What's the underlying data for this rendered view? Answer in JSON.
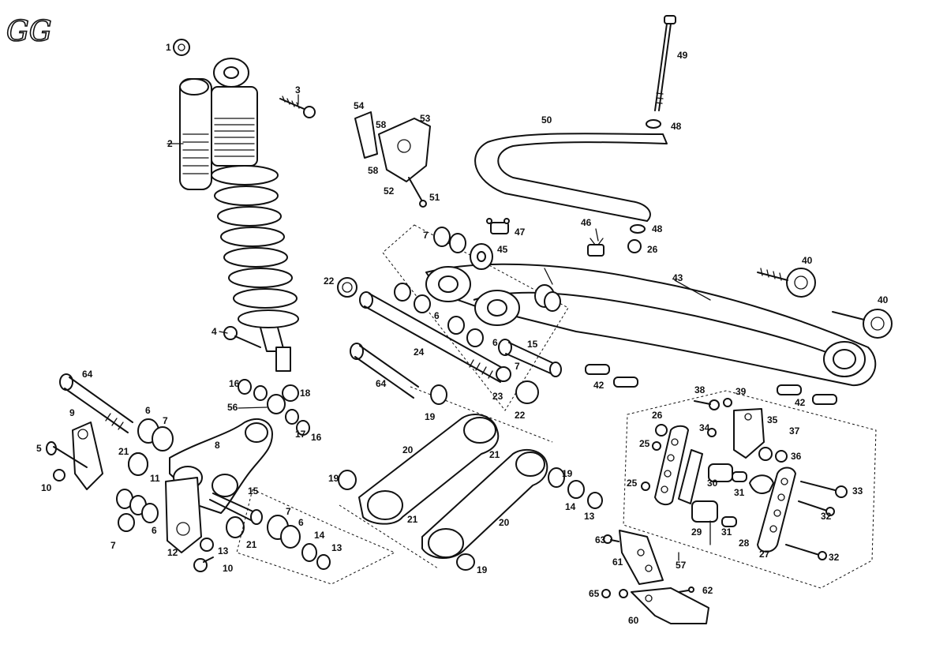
{
  "logo": {
    "text": "GG"
  },
  "callouts": [
    {
      "id": "c1",
      "text": "1"
    },
    {
      "id": "c2",
      "text": "2"
    },
    {
      "id": "c3",
      "text": "3"
    },
    {
      "id": "c4",
      "text": "4"
    },
    {
      "id": "c5",
      "text": "5"
    },
    {
      "id": "c6a",
      "text": "6"
    },
    {
      "id": "c6b",
      "text": "6"
    },
    {
      "id": "c6c",
      "text": "6"
    },
    {
      "id": "c6d",
      "text": "6"
    },
    {
      "id": "c6e",
      "text": "6"
    },
    {
      "id": "c7a",
      "text": "7"
    },
    {
      "id": "c7b",
      "text": "7"
    },
    {
      "id": "c7c",
      "text": "7"
    },
    {
      "id": "c7d",
      "text": "7"
    },
    {
      "id": "c7e",
      "text": "7"
    },
    {
      "id": "c8",
      "text": "8"
    },
    {
      "id": "c9",
      "text": "9"
    },
    {
      "id": "c10a",
      "text": "10"
    },
    {
      "id": "c10b",
      "text": "10"
    },
    {
      "id": "c11",
      "text": "11"
    },
    {
      "id": "c12",
      "text": "12"
    },
    {
      "id": "c13a",
      "text": "13"
    },
    {
      "id": "c13b",
      "text": "13"
    },
    {
      "id": "c13c",
      "text": "13"
    },
    {
      "id": "c14a",
      "text": "14"
    },
    {
      "id": "c14b",
      "text": "14"
    },
    {
      "id": "c15a",
      "text": "15"
    },
    {
      "id": "c15b",
      "text": "15"
    },
    {
      "id": "c16a",
      "text": "16"
    },
    {
      "id": "c16b",
      "text": "16"
    },
    {
      "id": "c17",
      "text": "17"
    },
    {
      "id": "c18",
      "text": "18"
    },
    {
      "id": "c19a",
      "text": "19"
    },
    {
      "id": "c19b",
      "text": "19"
    },
    {
      "id": "c19c",
      "text": "19"
    },
    {
      "id": "c19d",
      "text": "19"
    },
    {
      "id": "c20a",
      "text": "20"
    },
    {
      "id": "c20b",
      "text": "20"
    },
    {
      "id": "c21a",
      "text": "21"
    },
    {
      "id": "c21b",
      "text": "21"
    },
    {
      "id": "c21c",
      "text": "21"
    },
    {
      "id": "c21d",
      "text": "21"
    },
    {
      "id": "c22a",
      "text": "22"
    },
    {
      "id": "c22b",
      "text": "22"
    },
    {
      "id": "c23",
      "text": "23"
    },
    {
      "id": "c24",
      "text": "24"
    },
    {
      "id": "c25a",
      "text": "25"
    },
    {
      "id": "c25b",
      "text": "25"
    },
    {
      "id": "c26a",
      "text": "26"
    },
    {
      "id": "c26b",
      "text": "26"
    },
    {
      "id": "c27",
      "text": "27"
    },
    {
      "id": "c28",
      "text": "28"
    },
    {
      "id": "c29",
      "text": "29"
    },
    {
      "id": "c30",
      "text": "30"
    },
    {
      "id": "c31a",
      "text": "31"
    },
    {
      "id": "c31b",
      "text": "31"
    },
    {
      "id": "c32a",
      "text": "32"
    },
    {
      "id": "c32b",
      "text": "32"
    },
    {
      "id": "c33",
      "text": "33"
    },
    {
      "id": "c34",
      "text": "34"
    },
    {
      "id": "c35",
      "text": "35"
    },
    {
      "id": "c36",
      "text": "36"
    },
    {
      "id": "c37",
      "text": "37"
    },
    {
      "id": "c38",
      "text": "38"
    },
    {
      "id": "c39",
      "text": "39"
    },
    {
      "id": "c40a",
      "text": "40"
    },
    {
      "id": "c40b",
      "text": "40"
    },
    {
      "id": "c42a",
      "text": "42"
    },
    {
      "id": "c42b",
      "text": "42"
    },
    {
      "id": "c43",
      "text": "43"
    },
    {
      "id": "c45",
      "text": "45"
    },
    {
      "id": "c46",
      "text": "46"
    },
    {
      "id": "c47",
      "text": "47"
    },
    {
      "id": "c48a",
      "text": "48"
    },
    {
      "id": "c48b",
      "text": "48"
    },
    {
      "id": "c49",
      "text": "49"
    },
    {
      "id": "c50",
      "text": "50"
    },
    {
      "id": "c51",
      "text": "51"
    },
    {
      "id": "c52",
      "text": "52"
    },
    {
      "id": "c53",
      "text": "53"
    },
    {
      "id": "c54",
      "text": "54"
    },
    {
      "id": "c56",
      "text": "56"
    },
    {
      "id": "c57",
      "text": "57"
    },
    {
      "id": "c58a",
      "text": "58"
    },
    {
      "id": "c58b",
      "text": "58"
    },
    {
      "id": "c60",
      "text": "60"
    },
    {
      "id": "c61",
      "text": "61"
    },
    {
      "id": "c62",
      "text": "62"
    },
    {
      "id": "c63",
      "text": "63"
    },
    {
      "id": "c64a",
      "text": "64"
    },
    {
      "id": "c64b",
      "text": "64"
    },
    {
      "id": "c65",
      "text": "65"
    }
  ]
}
